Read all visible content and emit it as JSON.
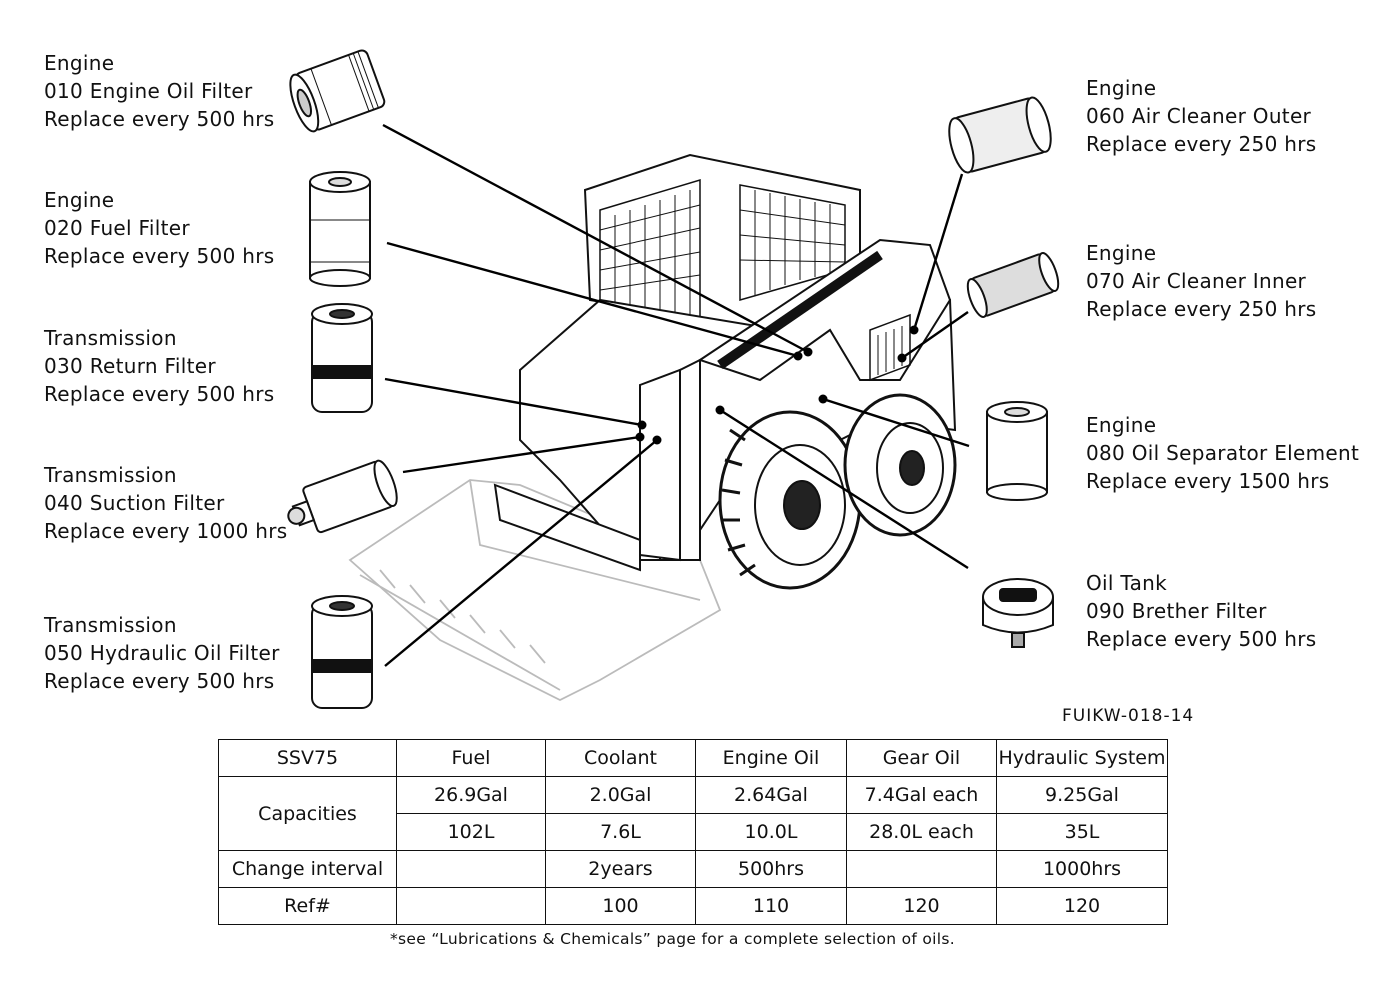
{
  "callouts": [
    {
      "system": "Engine",
      "part": "010 Engine Oil Filter",
      "interval": "Replace every 500 hrs",
      "icon": "spin-on-oil-filter-icon"
    },
    {
      "system": "Engine",
      "part": "020 Fuel Filter",
      "interval": "Replace every 500 hrs",
      "icon": "fuel-filter-icon"
    },
    {
      "system": "Transmission",
      "part": "030 Return Filter",
      "interval": "Replace every 500 hrs",
      "icon": "return-filter-icon"
    },
    {
      "system": "Transmission",
      "part": "040 Suction Filter",
      "interval": "Replace every 1000 hrs",
      "icon": "suction-filter-icon"
    },
    {
      "system": "Transmission",
      "part": "050 Hydraulic Oil Filter",
      "interval": "Replace every 500 hrs",
      "icon": "hydraulic-oil-filter-icon"
    },
    {
      "system": "Engine",
      "part": "060 Air Cleaner Outer",
      "interval": "Replace every 250 hrs",
      "icon": "air-cleaner-outer-icon"
    },
    {
      "system": "Engine",
      "part": "070 Air Cleaner Inner",
      "interval": "Replace every 250 hrs",
      "icon": "air-cleaner-inner-icon"
    },
    {
      "system": "Engine",
      "part": "080 Oil Separator Element",
      "interval": "Replace every 1500 hrs",
      "icon": "oil-separator-element-icon"
    },
    {
      "system": "Oil Tank",
      "part": "090 Brether Filter",
      "interval": "Replace every 500 hrs",
      "icon": "breather-filter-icon"
    }
  ],
  "figure_id": "FUIKW-018-14",
  "table": {
    "model": "SSV75",
    "columns": [
      "Fuel",
      "Coolant",
      "Engine Oil",
      "Gear Oil",
      "Hydraulic System"
    ],
    "capacities_label": "Capacities",
    "capacities_gal": [
      "26.9Gal",
      "2.0Gal",
      "2.64Gal",
      "7.4Gal each",
      "9.25Gal"
    ],
    "capacities_l": [
      "102L",
      "7.6L",
      "10.0L",
      "28.0L each",
      "35L"
    ],
    "change_label": "Change interval",
    "change": [
      "",
      "2years",
      "500hrs",
      "",
      "1000hrs"
    ],
    "ref_label": "Ref#",
    "ref": [
      "",
      "100",
      "110",
      "120",
      "120"
    ]
  },
  "footnote": "*see “Lubrications & Chemicals” page for a complete selection of oils.",
  "machine_icon": "skid-steer-loader-illustration"
}
